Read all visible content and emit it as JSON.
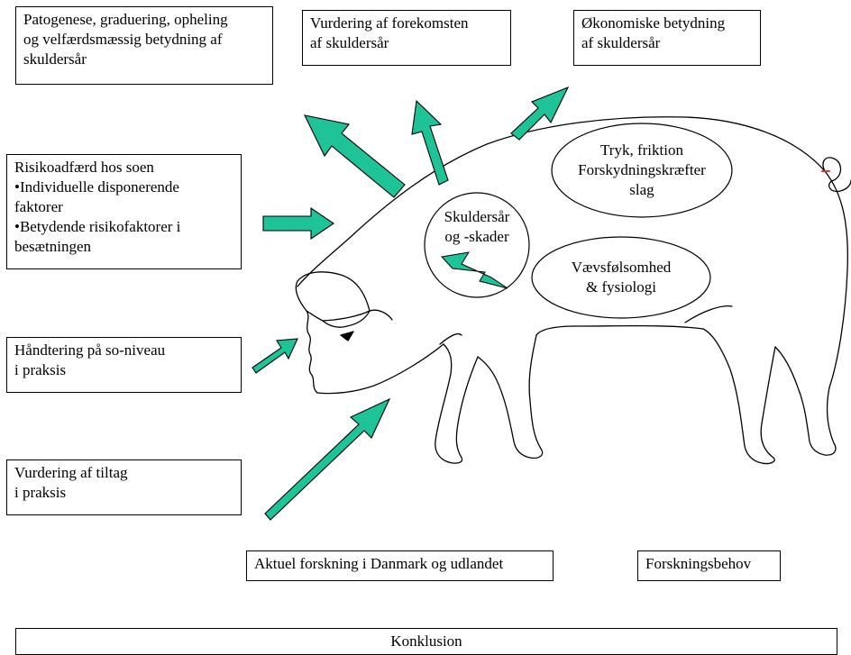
{
  "boxes": {
    "patogenese": [
      "Patogenese, graduering, opheling",
      "og velfærdsmæssig betydning af",
      "skuldersår"
    ],
    "forekomst": [
      "Vurdering af forekomsten",
      "af skuldersår"
    ],
    "oekonomi": [
      "Økonomiske betydning",
      "af skuldersår"
    ],
    "risiko": [
      "Risikoadfærd hos soen",
      "•Individuelle disponerende",
      "faktorer",
      "•Betydende risikofaktorer i",
      "besætningen"
    ],
    "haandtering": [
      "Håndtering på so-niveau",
      "i praksis"
    ],
    "tiltag": [
      "Vurdering af tiltag",
      "i praksis"
    ],
    "forskning": "Aktuel forskning i Danmark og udlandet",
    "forskningsbehov": "Forskningsbehov",
    "konklusion": "Konklusion"
  },
  "ovals": {
    "tryk": [
      "Tryk, friktion",
      "Forskydningskræfter",
      "slag"
    ],
    "skuldersaar": [
      "Skuldersår",
      "og -skader"
    ],
    "vaev": [
      "Vævsfølsomhed",
      "& fysiologi"
    ]
  },
  "colors": {
    "arrow_fill": "#1ec397",
    "outline": "#000000",
    "tail_accent": "#d9342b"
  }
}
